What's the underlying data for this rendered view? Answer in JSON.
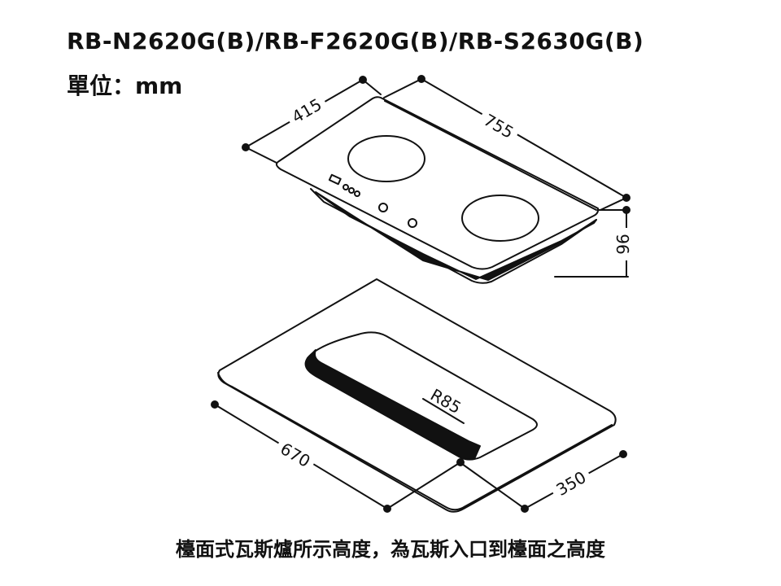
{
  "header": {
    "models": "RB-N2620G(B)/RB-F2620G(B)/RB-S2630G(B)",
    "unit": "單位：mm"
  },
  "dimensions": {
    "hob_depth": "415",
    "hob_width": "755",
    "hob_height": "96",
    "cutout_width": "670",
    "cutout_depth": "350",
    "corner_radius": "R85"
  },
  "footnote": "檯面式瓦斯爐所示高度，為瓦斯入口到檯面之高度"
}
